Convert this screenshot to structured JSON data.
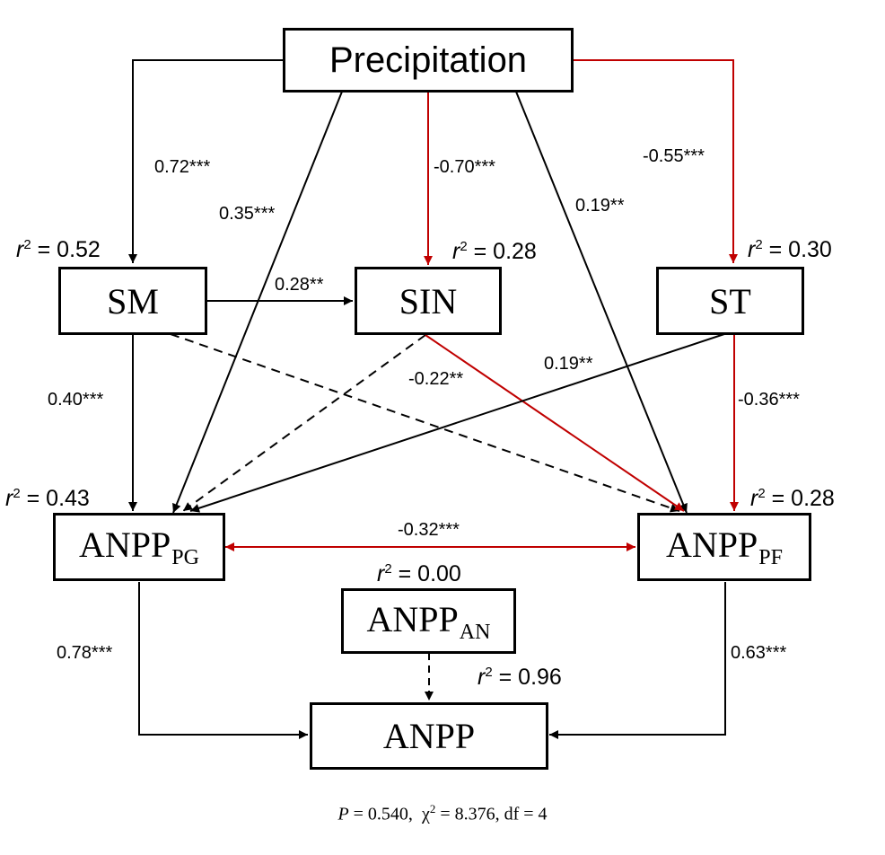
{
  "nodes": {
    "precipitation": "Precipitation",
    "sm": "SM",
    "sin": "SIN",
    "st": "ST",
    "anpp_pg": {
      "base": "ANPP",
      "sub": "PG"
    },
    "anpp_pf": {
      "base": "ANPP",
      "sub": "PF"
    },
    "anpp_an": {
      "base": "ANPP",
      "sub": "AN"
    },
    "anpp": "ANPP"
  },
  "r2_prefix": "r",
  "r2_exp": "2",
  "r2_values": {
    "sm": " = 0.52",
    "sin": " = 0.28",
    "st": " = 0.30",
    "anpp_pg": " = 0.43",
    "anpp_pf": " = 0.28",
    "anpp_an": " = 0.00",
    "anpp": " = 0.96"
  },
  "paths": {
    "precip_sm": "0.72***",
    "precip_pg": "0.35***",
    "precip_sin": "-0.70***",
    "precip_pf": "0.19**",
    "precip_st": "-0.55***",
    "sm_sin": "0.28**",
    "sm_pg": "0.40***",
    "sin_pf": "-0.22**",
    "st_pg": "0.19**",
    "st_pf": "-0.36***",
    "pg_pf": "-0.32***",
    "pg_anpp": "0.78***",
    "pf_anpp": "0.63***"
  },
  "footer": {
    "p_label": "P",
    "p_value": " = 0.540,  ",
    "chi": "χ",
    "chi_exp": "2",
    "chi_value": " = 8.376, df = 4"
  },
  "colors": {
    "black": "#000000",
    "red": "#c00000"
  }
}
